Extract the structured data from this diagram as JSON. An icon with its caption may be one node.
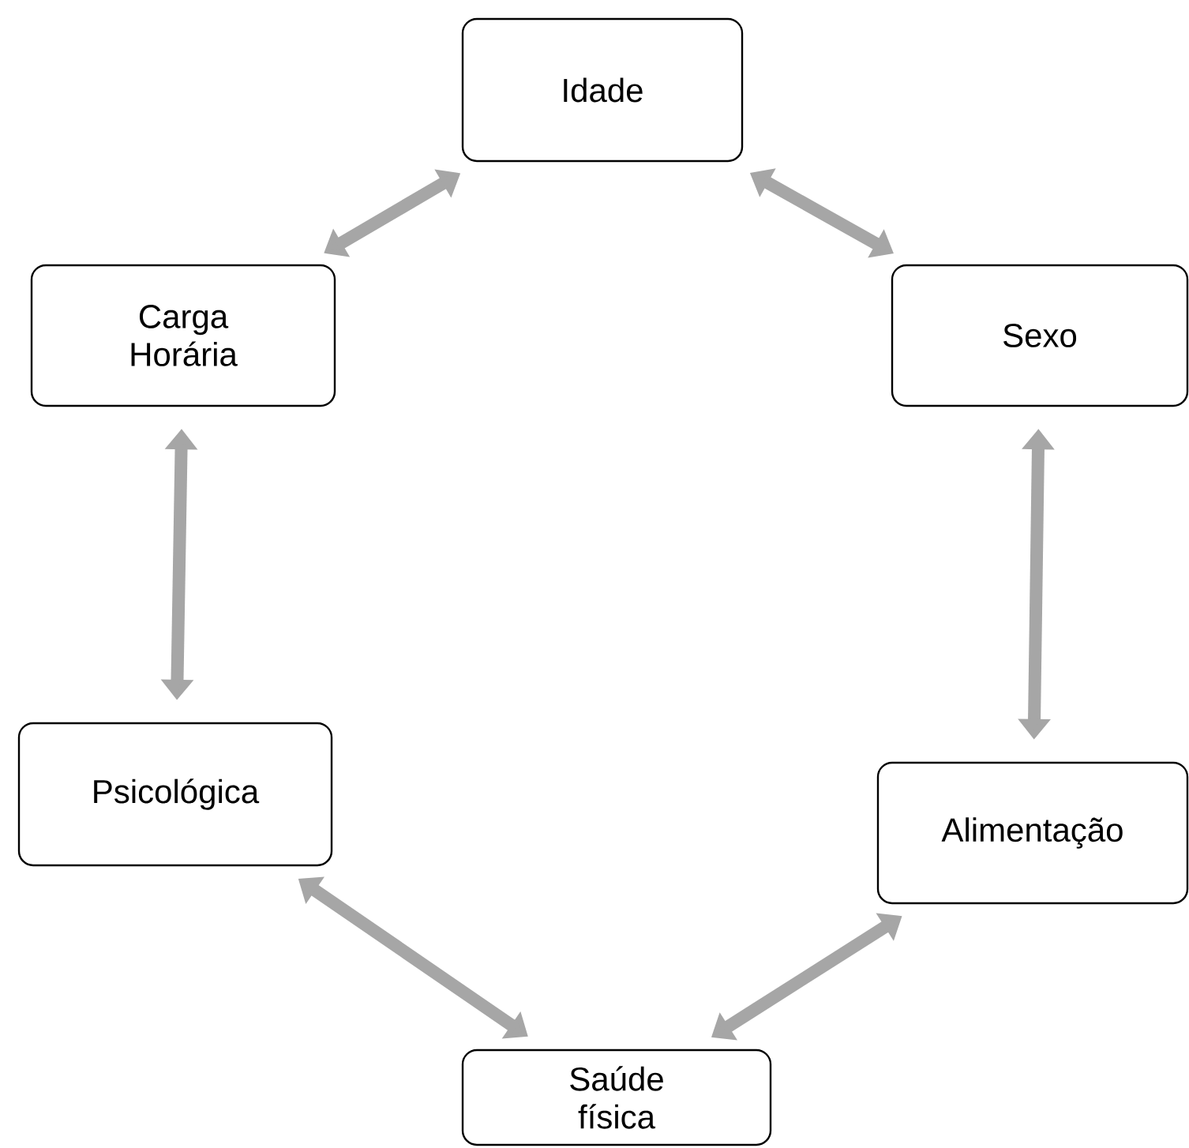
{
  "diagram": {
    "nodes": [
      {
        "text": [
          "Idade"
        ]
      },
      {
        "text": [
          "Sexo"
        ]
      },
      {
        "text": [
          "Alimentação"
        ]
      },
      {
        "text": [
          "Saúde física"
        ]
      },
      {
        "text": [
          "Psicológica"
        ]
      },
      {
        "text": [
          "Carga Horária"
        ]
      }
    ],
    "edges": [
      {
        "from": 0,
        "to": 1,
        "arrow": "both"
      },
      {
        "from": 1,
        "to": 2,
        "arrow": "both"
      },
      {
        "from": 2,
        "to": 3,
        "arrow": "both"
      },
      {
        "from": 3,
        "to": 4,
        "arrow": "both"
      },
      {
        "from": 4,
        "to": 5,
        "arrow": "both"
      },
      {
        "from": 5,
        "to": 0,
        "arrow": "both"
      }
    ]
  }
}
